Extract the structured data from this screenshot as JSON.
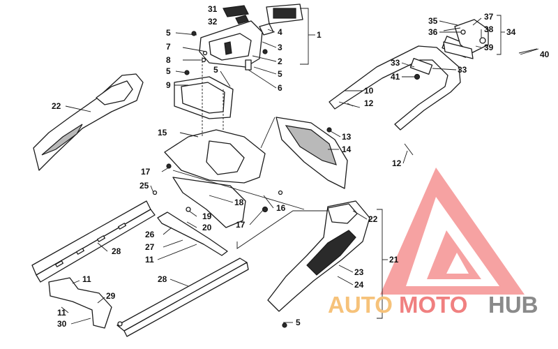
{
  "callouts": [
    {
      "id": "31",
      "label": "31"
    },
    {
      "id": "32",
      "label": "32"
    },
    {
      "id": "5a",
      "label": "5"
    },
    {
      "id": "7",
      "label": "7"
    },
    {
      "id": "8",
      "label": "8"
    },
    {
      "id": "5b",
      "label": "5"
    },
    {
      "id": "9",
      "label": "9"
    },
    {
      "id": "5c",
      "label": "5"
    },
    {
      "id": "4",
      "label": "4"
    },
    {
      "id": "1",
      "label": "1"
    },
    {
      "id": "3",
      "label": "3"
    },
    {
      "id": "2",
      "label": "2"
    },
    {
      "id": "5d",
      "label": "5"
    },
    {
      "id": "6",
      "label": "6"
    },
    {
      "id": "22a",
      "label": "22"
    },
    {
      "id": "15",
      "label": "15"
    },
    {
      "id": "13",
      "label": "13"
    },
    {
      "id": "14",
      "label": "14"
    },
    {
      "id": "35",
      "label": "35"
    },
    {
      "id": "37",
      "label": "37"
    },
    {
      "id": "36",
      "label": "36"
    },
    {
      "id": "38",
      "label": "38"
    },
    {
      "id": "34",
      "label": "34"
    },
    {
      "id": "39",
      "label": "39"
    },
    {
      "id": "40",
      "label": "40"
    },
    {
      "id": "33a",
      "label": "33"
    },
    {
      "id": "41",
      "label": "41"
    },
    {
      "id": "33b",
      "label": "33"
    },
    {
      "id": "10",
      "label": "10"
    },
    {
      "id": "12a",
      "label": "12"
    },
    {
      "id": "12b",
      "label": "12"
    },
    {
      "id": "17a",
      "label": "17"
    },
    {
      "id": "25",
      "label": "25"
    },
    {
      "id": "18",
      "label": "18"
    },
    {
      "id": "16",
      "label": "16"
    },
    {
      "id": "19",
      "label": "19"
    },
    {
      "id": "20",
      "label": "20"
    },
    {
      "id": "17b",
      "label": "17"
    },
    {
      "id": "26",
      "label": "26"
    },
    {
      "id": "27",
      "label": "27"
    },
    {
      "id": "11a",
      "label": "11"
    },
    {
      "id": "28a",
      "label": "28"
    },
    {
      "id": "11b",
      "label": "11"
    },
    {
      "id": "28b",
      "label": "28"
    },
    {
      "id": "29",
      "label": "29"
    },
    {
      "id": "11c",
      "label": "11"
    },
    {
      "id": "30",
      "label": "30"
    },
    {
      "id": "22b",
      "label": "22"
    },
    {
      "id": "21",
      "label": "21"
    },
    {
      "id": "23",
      "label": "23"
    },
    {
      "id": "24",
      "label": "24"
    },
    {
      "id": "5e",
      "label": "5"
    }
  ],
  "watermark": {
    "part1": "AUTO",
    "part2": "MOTO",
    "part3": "HUB",
    "color_auto": "#f6c27a",
    "color_moto": "#f08080",
    "color_hub": "#8a8a8a",
    "logo_color": "#f26d6d"
  }
}
